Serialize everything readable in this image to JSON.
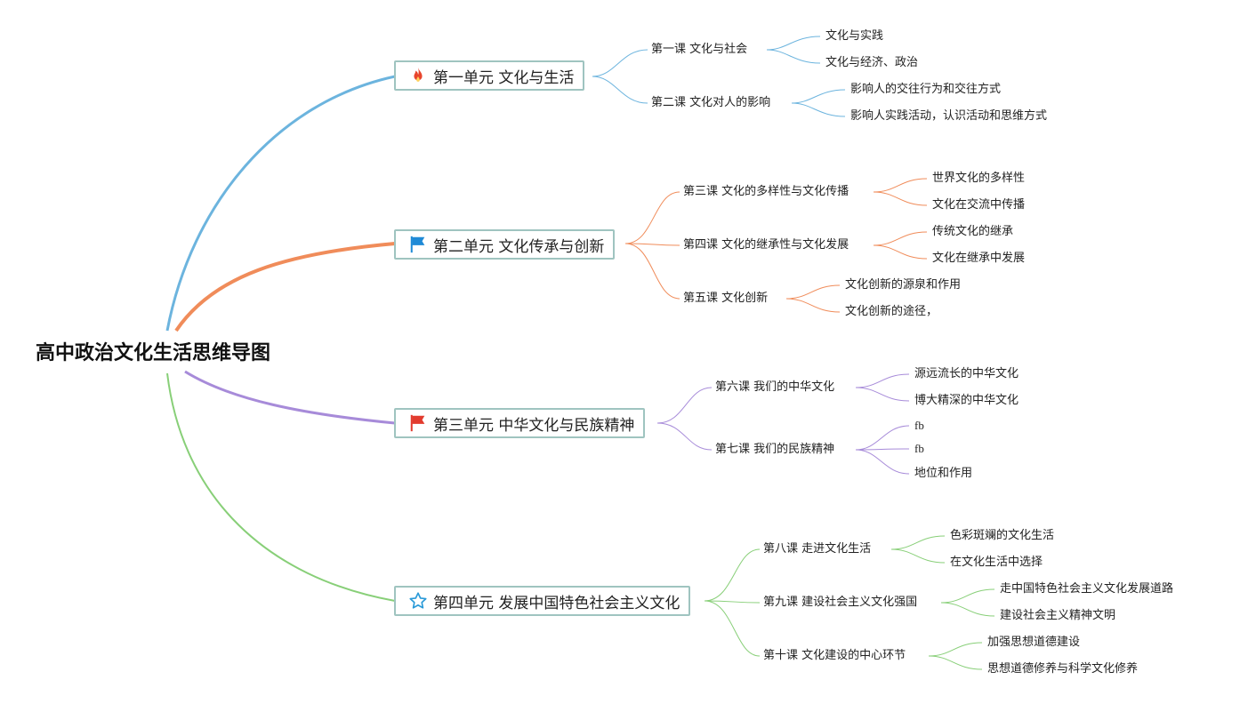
{
  "root": {
    "title": "高中政治文化生活思维导图"
  },
  "colors": {
    "unit1": "#6cb4de",
    "unit2": "#f08c5a",
    "unit3": "#a78bd9",
    "unit4": "#88cf78"
  },
  "units": [
    {
      "label": "第一单元 文化与生活",
      "icon": "flame-icon",
      "lessons": [
        {
          "label": "第一课 文化与社会",
          "leaves": [
            "文化与实践",
            "文化与经济、政治"
          ]
        },
        {
          "label": "第二课 文化对人的影响",
          "leaves": [
            "影响人的交往行为和交往方式",
            "影响人实践活动，认识活动和思维方式"
          ]
        }
      ]
    },
    {
      "label": "第二单元 文化传承与创新",
      "icon": "blue-flag-icon",
      "lessons": [
        {
          "label": "第三课 文化的多样性与文化传播",
          "leaves": [
            "世界文化的多样性",
            "文化在交流中传播"
          ]
        },
        {
          "label": "第四课 文化的继承性与文化发展",
          "leaves": [
            "传统文化的继承",
            "文化在继承中发展"
          ]
        },
        {
          "label": "第五课 文化创新",
          "leaves": [
            "文化创新的源泉和作用",
            "文化创新的途径，"
          ]
        }
      ]
    },
    {
      "label": "第三单元 中华文化与民族精神",
      "icon": "red-flag-icon",
      "lessons": [
        {
          "label": "第六课 我们的中华文化",
          "leaves": [
            "源远流长的中华文化",
            "博大精深的中华文化"
          ]
        },
        {
          "label": "第七课 我们的民族精神",
          "leaves": [
            "fb",
            "fb",
            "地位和作用"
          ]
        }
      ]
    },
    {
      "label": "第四单元 发展中国特色社会主义文化",
      "icon": "star-icon",
      "lessons": [
        {
          "label": "第八课 走进文化生活",
          "leaves": [
            "色彩斑斓的文化生活",
            "在文化生活中选择"
          ]
        },
        {
          "label": "第九课 建设社会主义文化强国",
          "leaves": [
            "走中国特色社会主义文化发展道路",
            "建设社会主义精神文明"
          ]
        },
        {
          "label": "第十课 文化建设的中心环节",
          "leaves": [
            "加强思想道德建设",
            "思想道德修养与科学文化修养"
          ]
        }
      ]
    }
  ]
}
